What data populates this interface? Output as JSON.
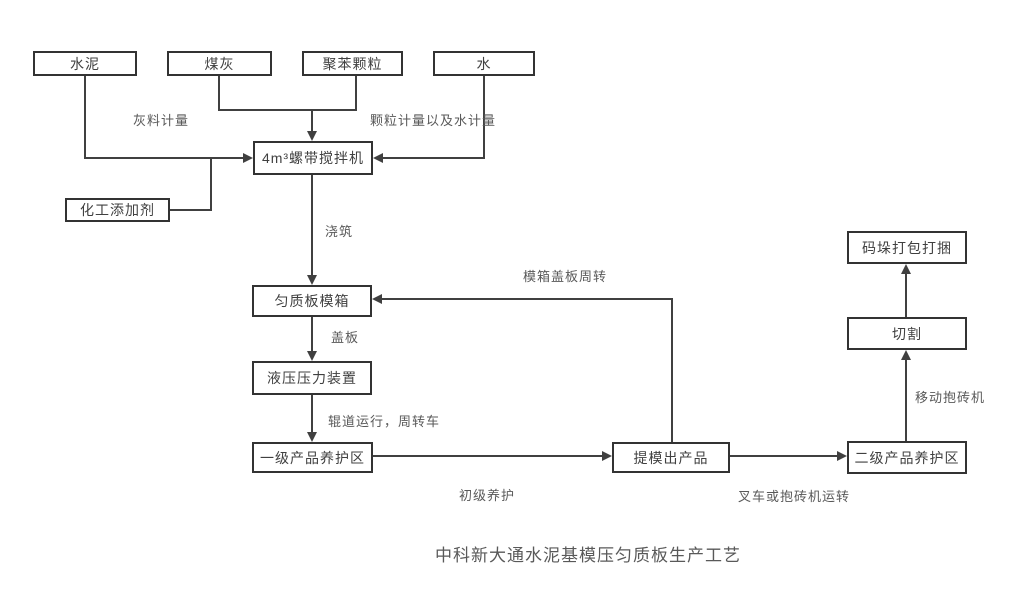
{
  "title": "中科新大通水泥基模压匀质板生产工艺",
  "diagram": {
    "type": "flowchart",
    "nodes": {
      "cement": "水泥",
      "coal_ash": "煤灰",
      "polystyrene": "聚苯颗粒",
      "water": "水",
      "additive": "化工添加剂",
      "mixer": "4m³螺带搅拌机",
      "mold_box": "匀质板模箱",
      "hydraulic": "液压压力装置",
      "curing1": "一级产品养护区",
      "demold": "提模出产品",
      "curing2": "二级产品养护区",
      "cutting": "切割",
      "packing": "码垛打包打捆"
    },
    "edge_labels": {
      "ash_metering": "灰料计量",
      "particle_water_metering": "颗粒计量以及水计量",
      "pouring": "浇筑",
      "mold_cover_turnover": "模箱盖板周转",
      "cover": "盖板",
      "roller_transfer": "辊道运行，周转车",
      "primary_curing": "初级养护",
      "forklift_transfer": "叉车或抱砖机运转",
      "mobile_clamp": "移动抱砖机"
    },
    "colors": {
      "background": "#ffffff",
      "node_border": "#333333",
      "node_text": "#404040",
      "line": "#404040",
      "label_text": "#595959"
    }
  }
}
